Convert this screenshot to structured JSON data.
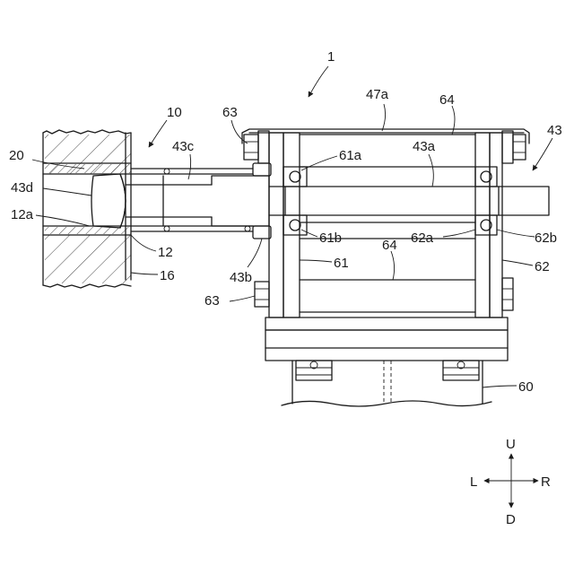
{
  "labels": {
    "l1": "1",
    "l10": "10",
    "l63a": "63",
    "l47a": "47a",
    "l64a": "64",
    "l43": "43",
    "l20": "20",
    "l43c": "43c",
    "l61a": "61a",
    "l43a": "43a",
    "l43d": "43d",
    "l12a": "12a",
    "l61b": "61b",
    "l62a": "62a",
    "l62b": "62b",
    "l64b": "64",
    "l12": "12",
    "l61": "61",
    "l62": "62",
    "l16": "16",
    "l63b": "63",
    "l43b": "43b",
    "l60": "60"
  },
  "directions": {
    "up": "U",
    "down": "D",
    "left": "L",
    "right": "R"
  }
}
